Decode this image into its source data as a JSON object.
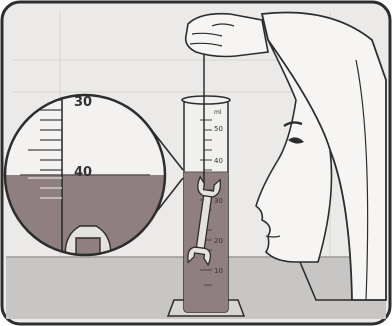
{
  "zoom": {
    "scale_top": "30",
    "scale_mid": "40"
  },
  "cylinder": {
    "unit": "ml",
    "labels": [
      "50",
      "40",
      "30",
      "20",
      "10"
    ]
  },
  "colors": {
    "liquid": "#8f7f80",
    "bench": "#c8c6c4",
    "background": "#ebeae8",
    "outline": "#2d2d2d"
  },
  "icons": [
    "wrench-icon",
    "magnifier-lens-icon",
    "measuring-cylinder-icon",
    "person-profile-icon"
  ]
}
